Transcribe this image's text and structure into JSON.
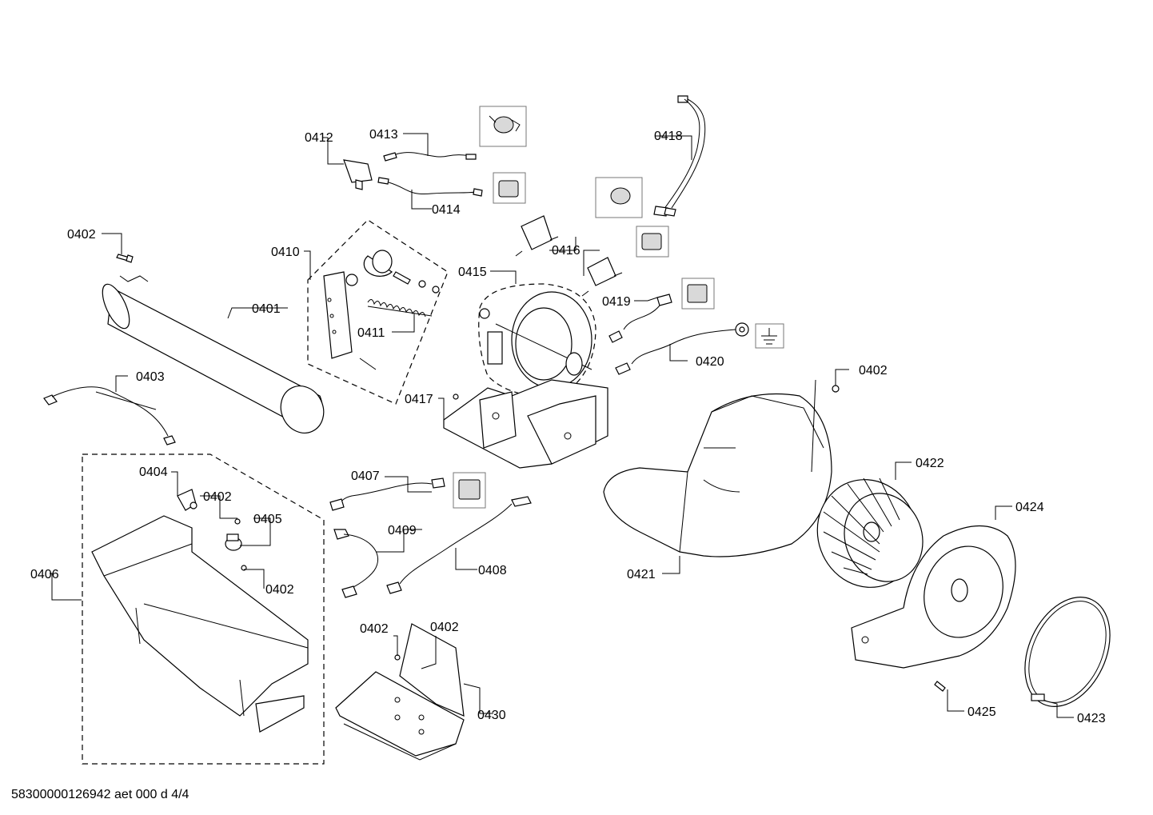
{
  "diagram": {
    "parts": {
      "p0401": "0401",
      "p0402": "0402",
      "p0403": "0403",
      "p0404": "0404",
      "p0405": "0405",
      "p0406": "0406",
      "p0407": "0407",
      "p0408": "0408",
      "p0409": "0409",
      "p0410": "0410",
      "p0411": "0411",
      "p0412": "0412",
      "p0413": "0413",
      "p0414": "0414",
      "p0415": "0415",
      "p0416": "0416",
      "p0417": "0417",
      "p0418": "0418",
      "p0419": "0419",
      "p0420": "0420",
      "p0421": "0421",
      "p0422": "0422",
      "p0423": "0423",
      "p0424": "0424",
      "p0425": "0425",
      "p0430": "0430"
    },
    "footer": "58300000126942 aet 000 d 4/4"
  }
}
